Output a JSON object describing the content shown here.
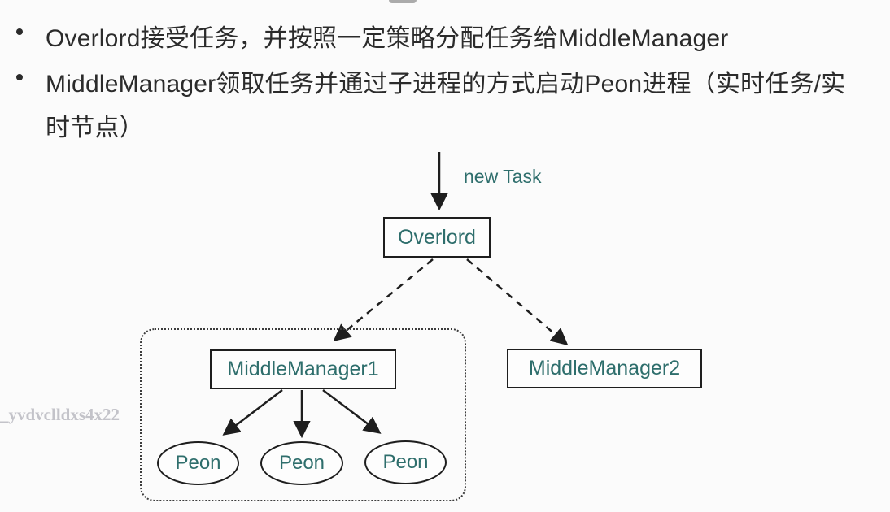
{
  "bullets": {
    "item1": "Overlord接受任务，并按照一定策略分配任务给MiddleManager",
    "item2_line1": "MiddleManager领取任务并通过子进程的方式启动Peon进程（实时任务/实",
    "item2_line2": "时节点）"
  },
  "diagram": {
    "new_task_label": "new Task",
    "overlord_label": "Overlord",
    "middle_manager1_label": "MiddleManager1",
    "middle_manager2_label": "MiddleManager2",
    "peon_labels": [
      "Peon",
      "Peon",
      "Peon"
    ]
  },
  "watermark": "_yvdvclldxs4x22",
  "colors": {
    "accent_teal": "#2e6e6c",
    "body_text": "#2b2b2b",
    "line": "#1e1e1e",
    "watermark": "#c3c3c9",
    "background": "#fbfbfb"
  }
}
